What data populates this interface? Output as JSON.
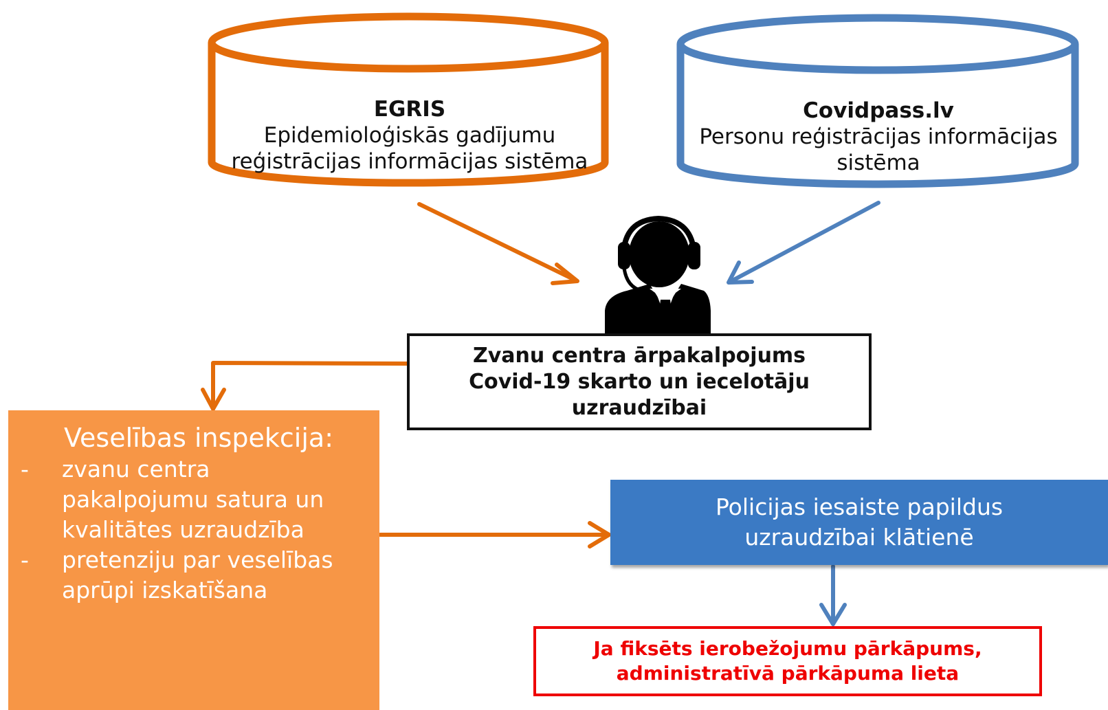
{
  "databases": {
    "egris": {
      "title": "EGRIS",
      "line1": "Epidemioloģiskās gadījumu",
      "line2": "reģistrācijas informācijas sistēma",
      "color": "#e36c0a"
    },
    "covidpass": {
      "title": "Covidpass.lv",
      "line1": "Personu reģistrācijas informācijas",
      "line2": "sistēma",
      "color": "#4f81bd"
    }
  },
  "call_center": {
    "icon": "call-center-agent-icon",
    "line1": "Zvanu centra ārpakalpojums",
    "line2": "Covid-19 skarto un iecelotāju",
    "line3": "uzraudzībai"
  },
  "inspection": {
    "heading": "Veselības inspekcija:",
    "items": [
      {
        "bullet": "-",
        "text": "zvanu centra pakalpojumu  satura un kvalitātes uzraudzība"
      },
      {
        "bullet": "-",
        "text": "pretenziju par veselības aprūpi izskatīšana"
      }
    ],
    "color": "#f79646"
  },
  "police": {
    "label": "Policijas iesaiste papildus uzraudzībai klātienē",
    "color": "#3b7ac4"
  },
  "violation": {
    "line1": "Ja fiksēts ierobežojumu pārkāpums,",
    "line2": "administratīvā pārkāpuma lieta",
    "color": "#ee0000"
  }
}
